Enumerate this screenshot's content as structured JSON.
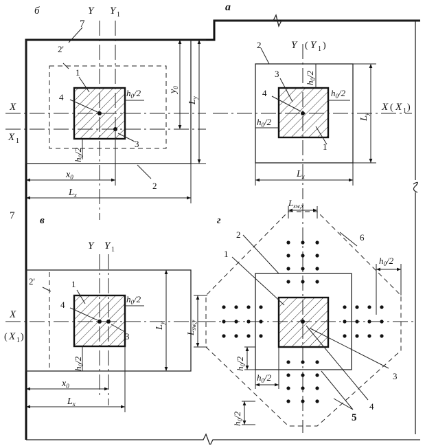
{
  "panels": {
    "a": "а",
    "b": "б",
    "v": "в",
    "g": "г"
  },
  "axes": {
    "X": "X",
    "Y": "Y",
    "X1": "X",
    "Y1": "Y",
    "sub1": "1",
    "X_X1_a": "X",
    "paren_open": "(",
    "paren_close": ")"
  },
  "callouts": {
    "n1": "1",
    "n2": "2",
    "n2p": "2'",
    "n3": "3",
    "n4": "4",
    "n5": "5",
    "n6": "6",
    "n7": "7"
  },
  "dims": {
    "h0": "h",
    "sub0": "0",
    "half": "/2",
    "L": "L",
    "sub_x": "x",
    "sub_y": "y",
    "x": "x",
    "y": "y",
    "sw_x": "sw,x",
    "sw_y": "sw,y"
  },
  "colors": {
    "ink": "#111111",
    "background": "#ffffff"
  }
}
